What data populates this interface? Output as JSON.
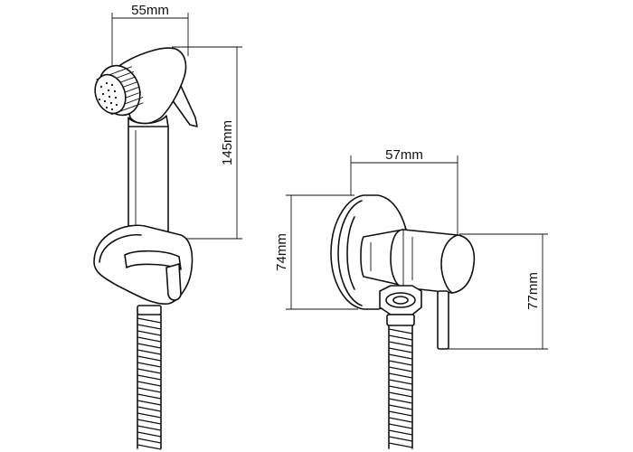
{
  "dimensions": {
    "sprayer_width": "55mm",
    "sprayer_height": "145mm",
    "valve_width": "57mm",
    "wall_plate_height": "74mm",
    "valve_height": "77mm"
  },
  "colors": {
    "line": "#111111",
    "background": "#ffffff"
  }
}
